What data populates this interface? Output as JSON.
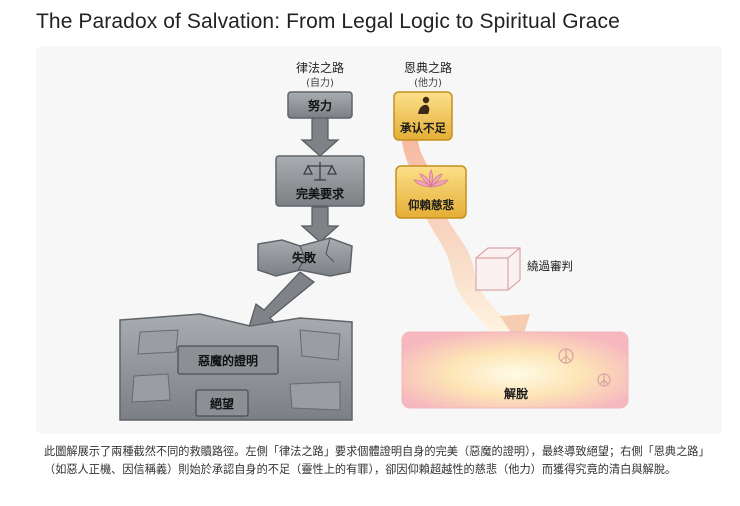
{
  "title": "The Paradox of Salvation: From Legal Logic to Spiritual Grace",
  "left_path": {
    "heading": "律法之路",
    "subheading": "(自力)",
    "steps": [
      "努力",
      "完美要求",
      "失敗",
      "惡魔的證明",
      "絕望"
    ]
  },
  "right_path": {
    "heading": "恩典之路",
    "subheading": "(他力)",
    "steps": [
      "承认不足",
      "仰賴慈悲",
      "解脫"
    ],
    "bypass_label": "繞過審判"
  },
  "caption": "此圖解展示了兩種截然不同的救贖路徑。左側「律法之路」要求個體證明自身的完美（惡魔的證明），最終導致絕望；右側「恩典之路」（如惡人正機、因信稱義）則始於承認自身的不足（靈性上的有罪），卻因仰賴超越性的慈悲（他力）而獲得究竟的清白與解脫。",
  "colors": {
    "stone": "#8e9296",
    "stone_dark": "#5f6468",
    "gold": "#f0c24a",
    "pink_path": "#f5c3a8",
    "release_glow": "#fbd9a6"
  }
}
